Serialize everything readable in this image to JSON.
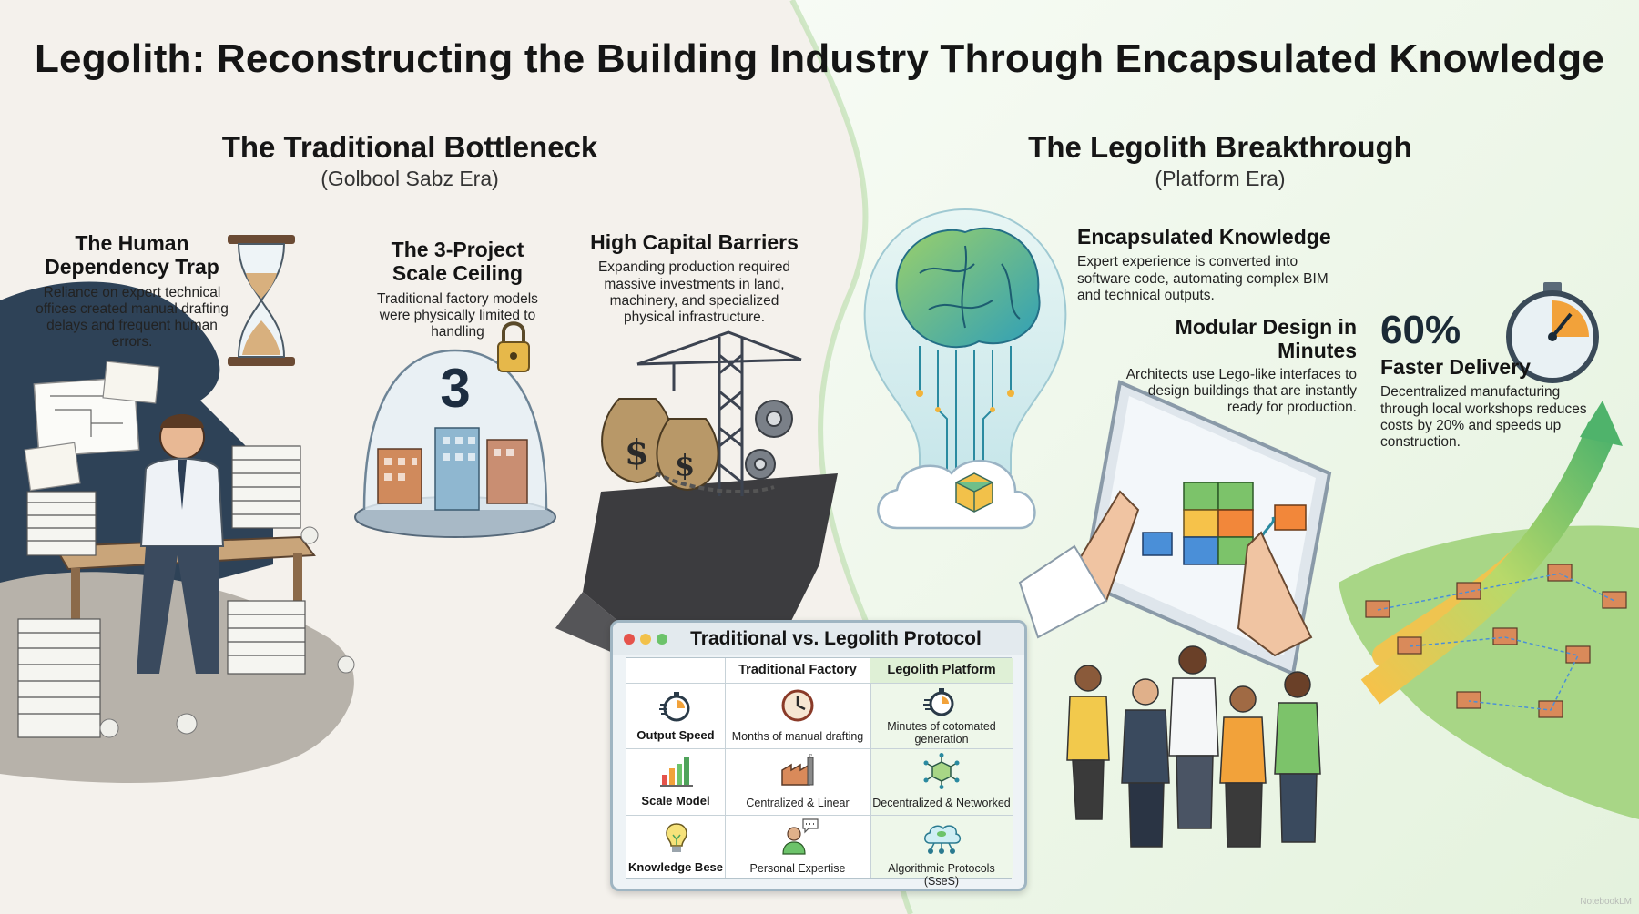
{
  "title": "Legolith: Reconstructing the Building Industry Through Encapsulated Knowledge",
  "left_section": {
    "title": "The Traditional Bottleneck",
    "subtitle": "(Golbool Sabz Era)",
    "blocks": [
      {
        "title": "The Human Dependency Trap",
        "desc": "Reliance on expert technical offices created manual drafting delays and frequent human errors."
      },
      {
        "title": "The 3-Project Scale Ceiling",
        "desc": "Traditional factory models were physically limited to handling"
      },
      {
        "title": "High Capital Barriers",
        "desc": "Expanding production required massive investments in land, machinery, and specialized physical infrastructure."
      }
    ],
    "dome_number": "3"
  },
  "right_section": {
    "title": "The Legolith Breakthrough",
    "subtitle": "(Platform Era)",
    "blocks": [
      {
        "title": "Encapsulated Knowledge",
        "desc": "Expert experience is converted into software code, automating complex BIM and technical outputs."
      },
      {
        "title": "Modular Design in Minutes",
        "desc": "Architects use Lego-like interfaces to design buildings that are instantly ready for production."
      }
    ],
    "stat": {
      "value": "60%",
      "label": "Faster Delivery",
      "desc": "Decentralized manufacturing through local workshops reduces costs by 20% and speeds up construction."
    }
  },
  "table": {
    "title": "Traditional vs. Legolith Protocol",
    "columns": [
      "",
      "Traditional Factory",
      "Legolith Platform"
    ],
    "rows": [
      {
        "label": "Output Speed",
        "traditional": "Months of manual drafting",
        "legolith": "Minutes of cotomated generation",
        "icons": [
          "stopwatch-icon",
          "clock-icon",
          "stopwatch-icon"
        ]
      },
      {
        "label": "Scale Model",
        "traditional": "Centralized & Linear",
        "legolith": "Decentralized & Networked",
        "icons": [
          "bar-chart-icon",
          "factory-icon",
          "network-cube-icon"
        ]
      },
      {
        "label": "Knowledge Bese",
        "traditional": "Personal Expertise",
        "legolith": "Algorithmic Protocols (SseS)",
        "icons": [
          "lightbulb-icon",
          "person-speech-icon",
          "cloud-network-icon"
        ]
      }
    ]
  },
  "colors": {
    "left_bg": "#f4f1ec",
    "right_bg": "#eef7ea",
    "accent_green": "#7cc36a",
    "accent_orange": "#f2a23a",
    "table_border": "#9fb5c2"
  },
  "watermark": "NotebookLM"
}
